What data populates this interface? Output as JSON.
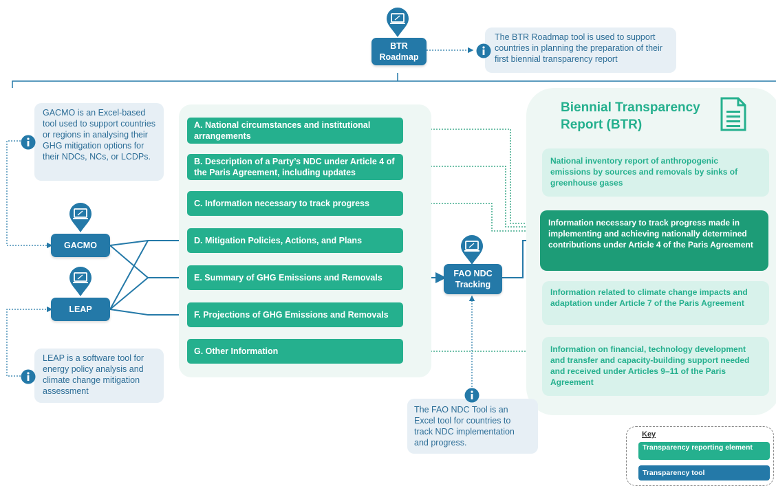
{
  "btr_roadmap": {
    "label": "BTR Roadmap",
    "info": "The BTR Roadmap tool is used to support countries in planning the preparation of their first biennial transparency report"
  },
  "gacmo": {
    "label": "GACMO",
    "info": "GACMO is an Excel-based tool used to support countries or regions in analysing their GHG mitigation options for their NDCs, NCs, or LCDPs."
  },
  "leap": {
    "label": "LEAP",
    "info": "LEAP is a software tool for energy policy analysis and climate change mitigation assessment"
  },
  "fao": {
    "label": "FAO NDC Tracking",
    "info": "The FAO NDC Tool is an Excel tool for countries to track NDC implementation and progress."
  },
  "elements": [
    "A. National circumstances and institutional arrangements",
    "B. Description of a Party’s NDC under Article 4 of the Paris Agreement, including updates",
    "C. Information necessary to track progress",
    "D. Mitigation Policies, Actions, and Plans",
    "E. Summary of GHG Emissions and Removals",
    "F. Projections of GHG Emissions and Removals",
    "G. Other Information"
  ],
  "btr": {
    "title": "Biennial Transparency Report (BTR)",
    "items": [
      "National inventory report of anthropogenic emissions by sources and removals by sinks of greenhouse gases",
      "Information necessary to track progress made in implementing and achieving nationally determined contributions under Article 4 of the Paris Agreement",
      "Information related to climate change impacts and adaptation under Article 7 of the Paris Agreement",
      "Information on financial, technology development and transfer and capacity-building support needed and received under Articles 9–11 of the Paris Agreement"
    ]
  },
  "key": {
    "title": "Key",
    "element": "Transparency reporting element",
    "tool": "Transparency tool"
  },
  "colors": {
    "element_green": "#25b08e",
    "tool_blue": "#2479a8",
    "btr_highlight": "#1d9c77",
    "panel_bg": "#eef7f4",
    "info_bg": "#e7eff5"
  }
}
